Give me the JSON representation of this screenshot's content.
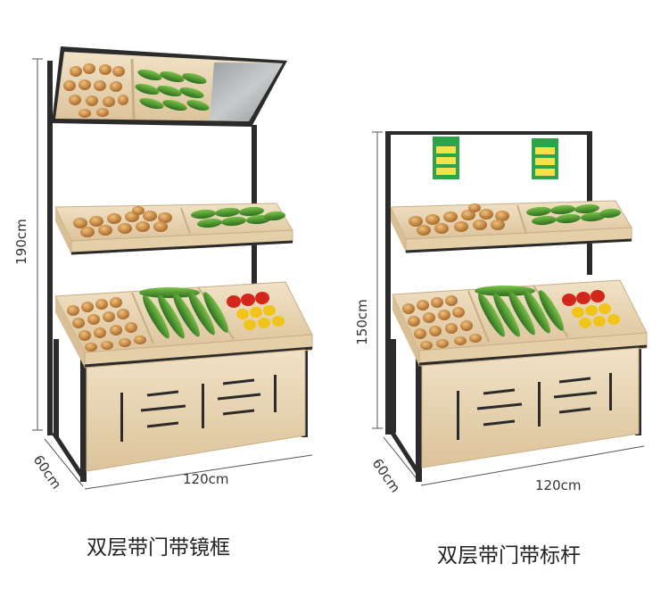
{
  "left": {
    "height_label": "190cm",
    "depth_label": "60cm",
    "width_label": "120cm",
    "caption": "双层带门带镜框"
  },
  "right": {
    "height_label": "150cm",
    "depth_label": "60cm",
    "width_label": "120cm",
    "caption": "双层带门带标杆"
  },
  "colors": {
    "wood": "#e8d4b0",
    "wood_dark": "#c9ad85",
    "frame": "#2b2b2b",
    "potato": "#c98a3a",
    "cucumber": "#3f8f2a",
    "pepper_red": "#d3271c",
    "pepper_yellow": "#f0c419",
    "sign_green": "#2fa34a"
  }
}
